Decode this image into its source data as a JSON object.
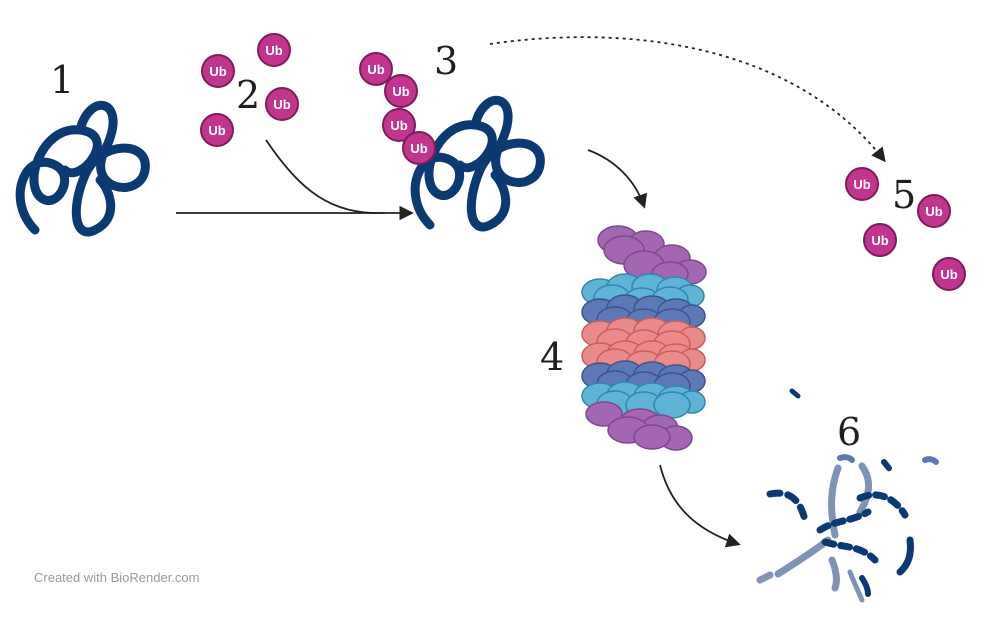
{
  "steps": {
    "s1": "1",
    "s2": "2",
    "s3": "3",
    "s4": "4",
    "s5": "5",
    "s6": "6"
  },
  "ubiquitin": {
    "label": "Ub"
  },
  "credit": "Created with BioRender.com",
  "colors": {
    "protein": "#0b3a72",
    "ubiquitin_fill": "#c1358f",
    "ubiquitin_stroke": "#7e1c5c",
    "proteasome_cap": "#a466b3",
    "proteasome_alpha": "#5fb4d6",
    "proteasome_beta_blue": "#5c79b6",
    "proteasome_beta_red": "#ea8a8a",
    "fragment_light": "#7f93b4",
    "arrow": "#222222"
  }
}
